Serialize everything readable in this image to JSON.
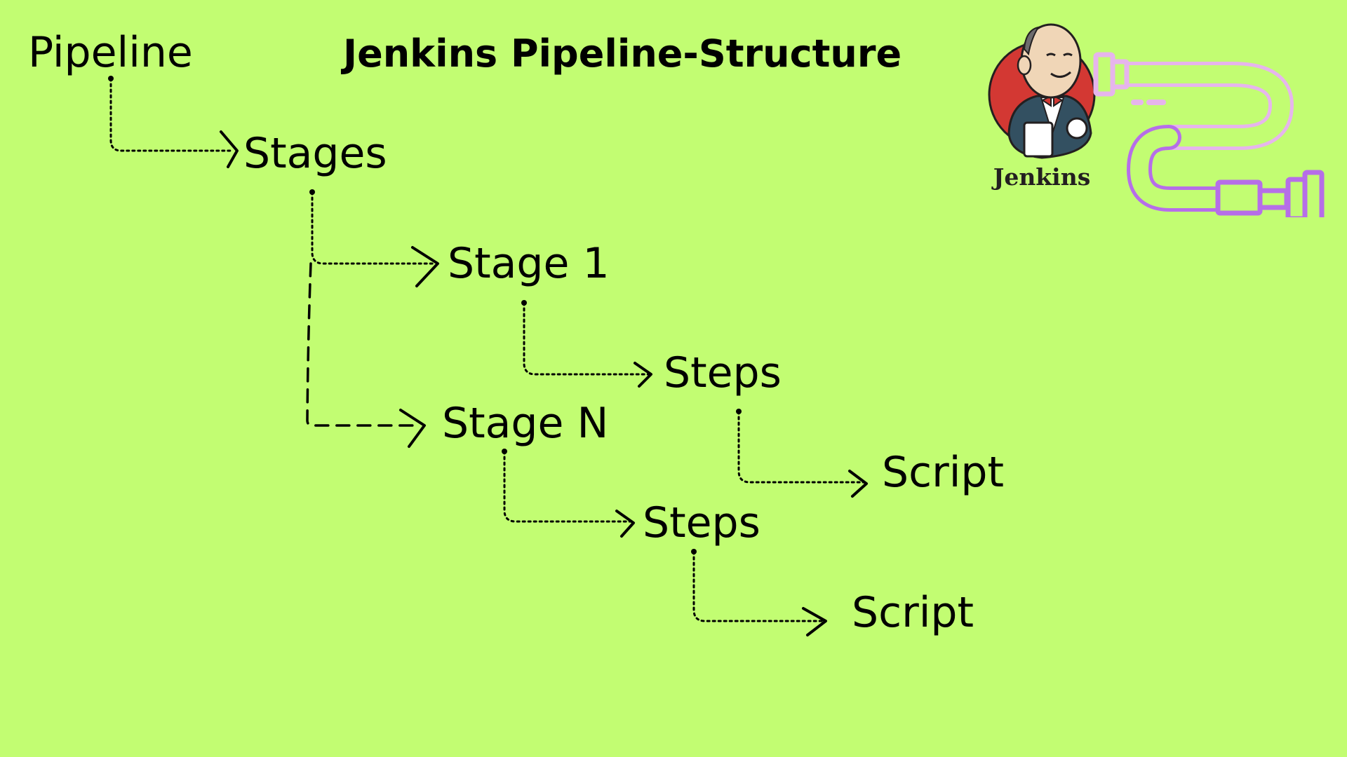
{
  "title": "Jenkins Pipeline-Structure",
  "nodes": {
    "pipeline": "Pipeline",
    "stages": "Stages",
    "stage_1": "Stage 1",
    "steps_1": "Steps",
    "stage_n": "Stage N",
    "script_1": "Script",
    "steps_n": "Steps",
    "script_n": "Script"
  },
  "edges": [
    {
      "from": "Pipeline",
      "to": "Stages",
      "style": "dotted"
    },
    {
      "from": "Stages",
      "to": "Stage 1",
      "style": "dotted"
    },
    {
      "from": "Stages",
      "to": "Stage N",
      "style": "dashed"
    },
    {
      "from": "Stage 1",
      "to": "Steps",
      "style": "dotted"
    },
    {
      "from": "Steps",
      "to": "Script",
      "style": "dotted"
    },
    {
      "from": "Stage N",
      "to": "Steps",
      "style": "dotted"
    },
    {
      "from": "Steps",
      "to": "Script",
      "style": "dotted"
    }
  ],
  "logo": {
    "name": "Jenkins",
    "icon": "jenkins-butler-logo"
  },
  "decoration": {
    "icon": "pipe-icon"
  },
  "colors": {
    "background": "#c2fd72",
    "text": "#000000",
    "jenkins_red": "#d33833",
    "pipe_pink": "#e6b5ec",
    "pipe_purple": "#b66ee8"
  }
}
